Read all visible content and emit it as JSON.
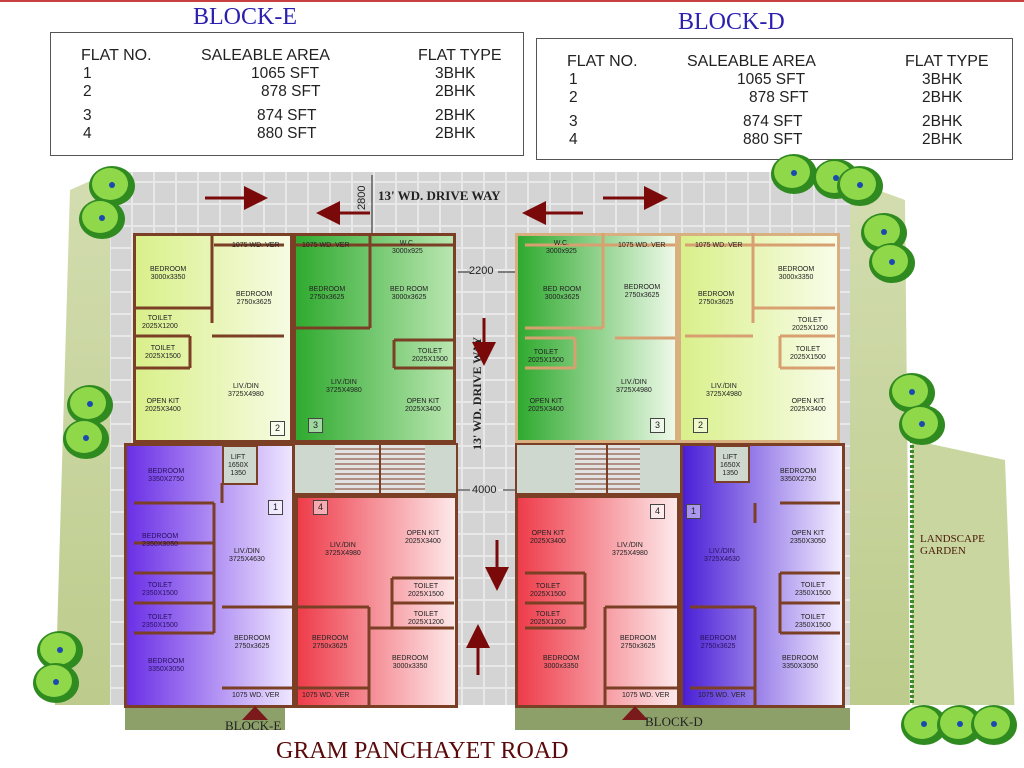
{
  "blocks": {
    "e": {
      "title": "BLOCK-E",
      "bottom_label": "BLOCK-E",
      "headers": {
        "flat_no": "FLAT NO.",
        "area": "SALEABLE AREA",
        "type": "FLAT TYPE"
      },
      "rows": [
        {
          "no": "1",
          "area": "1065 SFT",
          "type": "3BHK"
        },
        {
          "no": "2",
          "area": "878 SFT",
          "type": "2BHK"
        },
        {
          "no": "3",
          "area": "874 SFT",
          "type": "2BHK"
        },
        {
          "no": "4",
          "area": "880 SFT",
          "type": "2BHK"
        }
      ]
    },
    "d": {
      "title": "BLOCK-D",
      "bottom_label": "BLOCK-D",
      "headers": {
        "flat_no": "FLAT NO.",
        "area": "SALEABLE AREA",
        "type": "FLAT TYPE"
      },
      "rows": [
        {
          "no": "1",
          "area": "1065 SFT",
          "type": "3BHK"
        },
        {
          "no": "2",
          "area": "878 SFT",
          "type": "2BHK"
        },
        {
          "no": "3",
          "area": "874 SFT",
          "type": "2BHK"
        },
        {
          "no": "4",
          "area": "880 SFT",
          "type": "2BHK"
        }
      ]
    }
  },
  "site": {
    "drive_way_top": "13' WD. DRIVE WAY",
    "drive_way_mid": "13' WD. DRIVE WAY",
    "dim_2800": "2800",
    "dim_2200": "2200",
    "dim_4000": "4000",
    "landscape_line1": "LANDSCAPE",
    "landscape_line2": "GARDEN",
    "road": "GRAM PANCHAYET ROAD"
  },
  "rooms_e": {
    "f2_bed": "BEDROOM\n3000x3350",
    "f2_bed2": "BEDROOM\n2750x3625",
    "f2_ver": "1075 WD. VER",
    "f2_toilet1": "TOILET\n2025X1200",
    "f2_toilet2": "TOILET\n2025X1500",
    "f2_liv": "LIV./DIN\n3725X4980",
    "f2_kit": "OPEN KIT\n2025X3400",
    "f2_no": "2",
    "f3_ver": "1075 WD. VER",
    "f3_wc": "W.C.\n3000x925",
    "f3_bed": "BEDROOM\n2750x3625",
    "f3_bed2": "BED ROOM\n3000x3625",
    "f3_toilet": "TOILET\n2025X1500",
    "f3_liv": "LIV./DIN\n3725X4980",
    "f3_kit": "OPEN KIT\n2025X3400",
    "f3_no": "3",
    "lift": "LIFT\n1650X\n1350",
    "f1_bed_top": "BEDROOM\n3350X2750",
    "f1_bed_mid": "BEDROOM\n2350X3050",
    "f1_toilet1": "TOILET\n2350X1500",
    "f1_toilet2": "TOILET\n2350X1500",
    "f1_bed_bot": "BEDROOM\n3350X3050",
    "f1_liv": "LIV./DIN\n3725X4630",
    "f1_bed2": "BEDROOM\n2750x3625",
    "f1_ver": "1075 WD. VER",
    "f1_no": "1",
    "f4_liv": "LIV./DIN\n3725X4980",
    "f4_kit": "OPEN KIT\n2025X3400",
    "f4_toilet1": "TOILET\n2025X1500",
    "f4_toilet2": "TOILET\n2025X1200",
    "f4_bed": "BEDROOM\n2750x3625",
    "f4_bed2": "BEDROOM\n3000x3350",
    "f4_ver": "1075 WD. VER",
    "f4_no": "4"
  },
  "rooms_d": {
    "f3_wc": "W.C.\n3000x925",
    "f3_ver": "1075 WD. VER",
    "f3_bed": "BED ROOM\n3000x3625",
    "f3_bed2": "BEDROOM\n2750x3625",
    "f3_toilet": "TOILET\n2025X1500",
    "f3_liv": "LIV./DIN\n3725X4980",
    "f3_kit": "OPEN KIT\n2025X3400",
    "f3_no": "3",
    "f2_ver": "1075 WD. VER",
    "f2_bed": "BEDROOM\n2750x3625",
    "f2_bed2": "BEDROOM\n3000x3350",
    "f2_toilet1": "TOILET\n2025X1200",
    "f2_toilet2": "TOILET\n2025X1500",
    "f2_liv": "LIV./DIN\n3725X4980",
    "f2_kit": "OPEN KIT\n2025X3400",
    "f2_no": "2",
    "lift": "LIFT\n1650X\n1350",
    "f4_kit": "OPEN KIT\n2025X3400",
    "f4_liv": "LIV./DIN\n3725X4980",
    "f4_toilet1": "TOILET\n2025X1500",
    "f4_toilet2": "TOILET\n2025X1200",
    "f4_bed": "BEDROOM\n3000x3350",
    "f4_bed2": "BEDROOM\n2750x3625",
    "f4_ver": "1075 WD. VER",
    "f4_no": "4",
    "f1_bed_top": "BEDROOM\n3350X2750",
    "f1_kit": "OPEN KIT\n2350X3050",
    "f1_liv": "LIV./DIN\n3725X4630",
    "f1_toilet1": "TOILET\n2350X1500",
    "f1_toilet2": "TOILET\n2350X1500",
    "f1_bed2": "BEDROOM\n2750x3625",
    "f1_bed": "BEDROOM\n3350X3050",
    "f1_ver": "1075 WD. VER",
    "f1_no": "1"
  },
  "colors": {
    "yellow_green": "#e6f5b8",
    "green": "#3fb83f",
    "purple": "#7a3ff0",
    "red": "#f0505a",
    "wall": "#7a3f25",
    "arrow": "#7a0a0a",
    "title_blue": "#2b1fb0"
  }
}
